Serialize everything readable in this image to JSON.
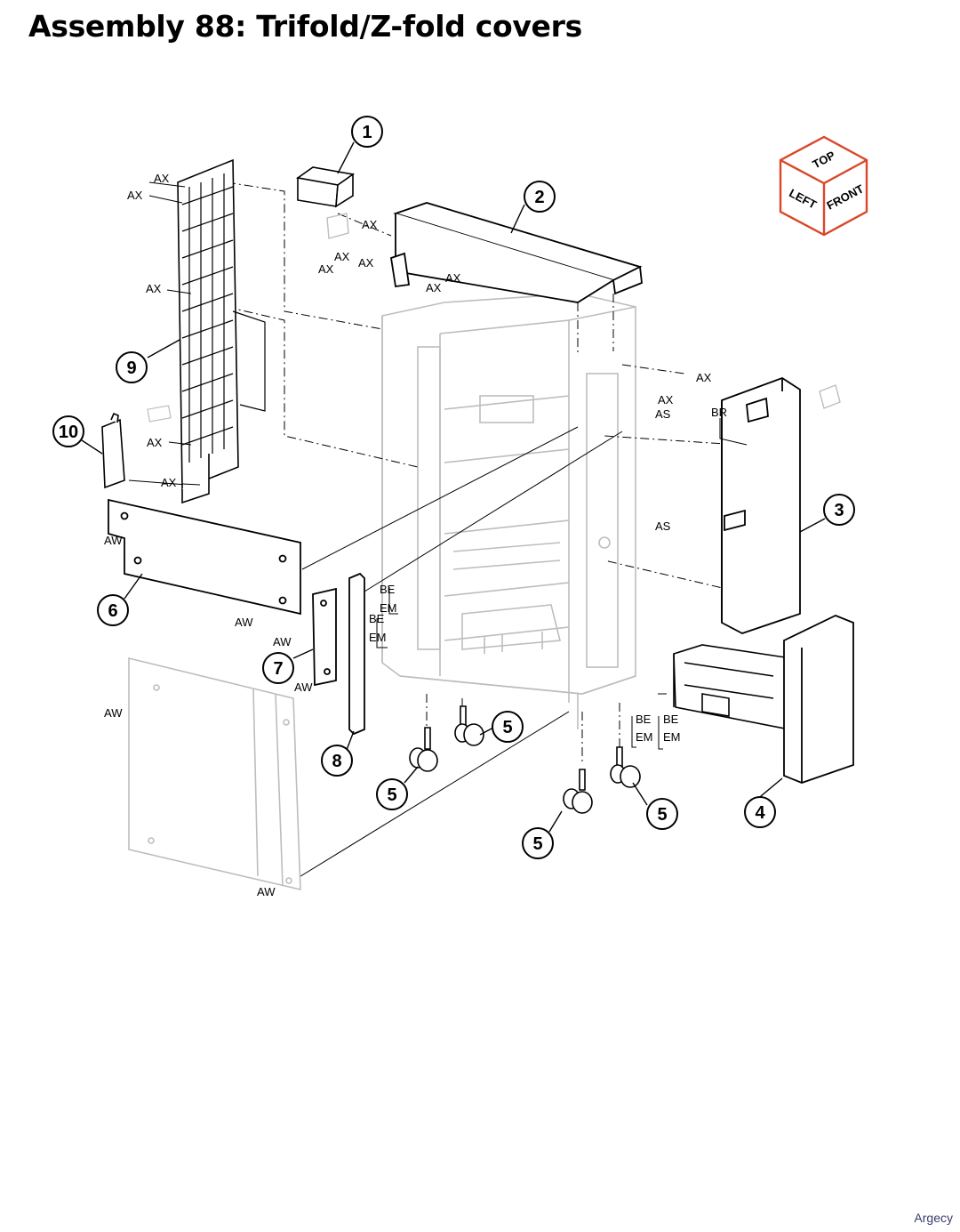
{
  "title": "Assembly 88: Trifold/Z-fold covers",
  "footer": "Argecy",
  "orientation_cube": {
    "top": "TOP",
    "left": "LEFT",
    "front": "FRONT",
    "color": "#d9472b"
  },
  "callouts": [
    "1",
    "2",
    "3",
    "4",
    "5",
    "6",
    "7",
    "8",
    "9",
    "10"
  ],
  "fastener_codes": {
    "AX": "AX",
    "AS": "AS",
    "AW": "AW",
    "BE": "BE",
    "EM": "EM",
    "BR": "BR"
  },
  "colors": {
    "line": "#000000",
    "faded": "#bdbdbd",
    "accent": "#d9472b"
  }
}
